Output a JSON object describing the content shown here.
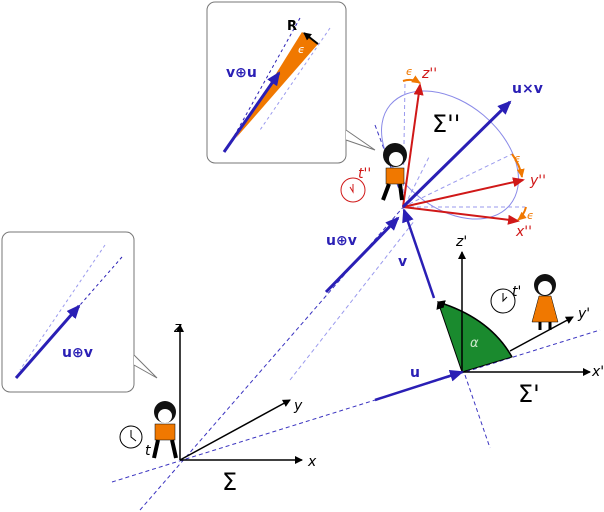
{
  "labels": {
    "sigma": "Σ",
    "sigma_prime": "Σ'",
    "sigma_double_prime": "Σ''",
    "x": "x",
    "y": "y",
    "z": "z",
    "x_prime": "x'",
    "y_prime": "y'",
    "z_prime": "z'",
    "x_double_prime": "x''",
    "y_double_prime": "y''",
    "z_double_prime": "z''",
    "u": "u",
    "v": "v",
    "u_plus_v": "u⊕v",
    "v_plus_u": "v⊕u",
    "u_cross_v": "u×v",
    "alpha": "α",
    "epsilon": "ϵ",
    "R": "R",
    "t": "t",
    "t_prime": "t'",
    "t_double_prime": "t''"
  },
  "colors": {
    "vector": "#2a1fb5",
    "rotated_axes": "#d01818",
    "rotation": "#f07800",
    "angle": "#1a8a2e",
    "orbit": "#8a8ae8"
  }
}
